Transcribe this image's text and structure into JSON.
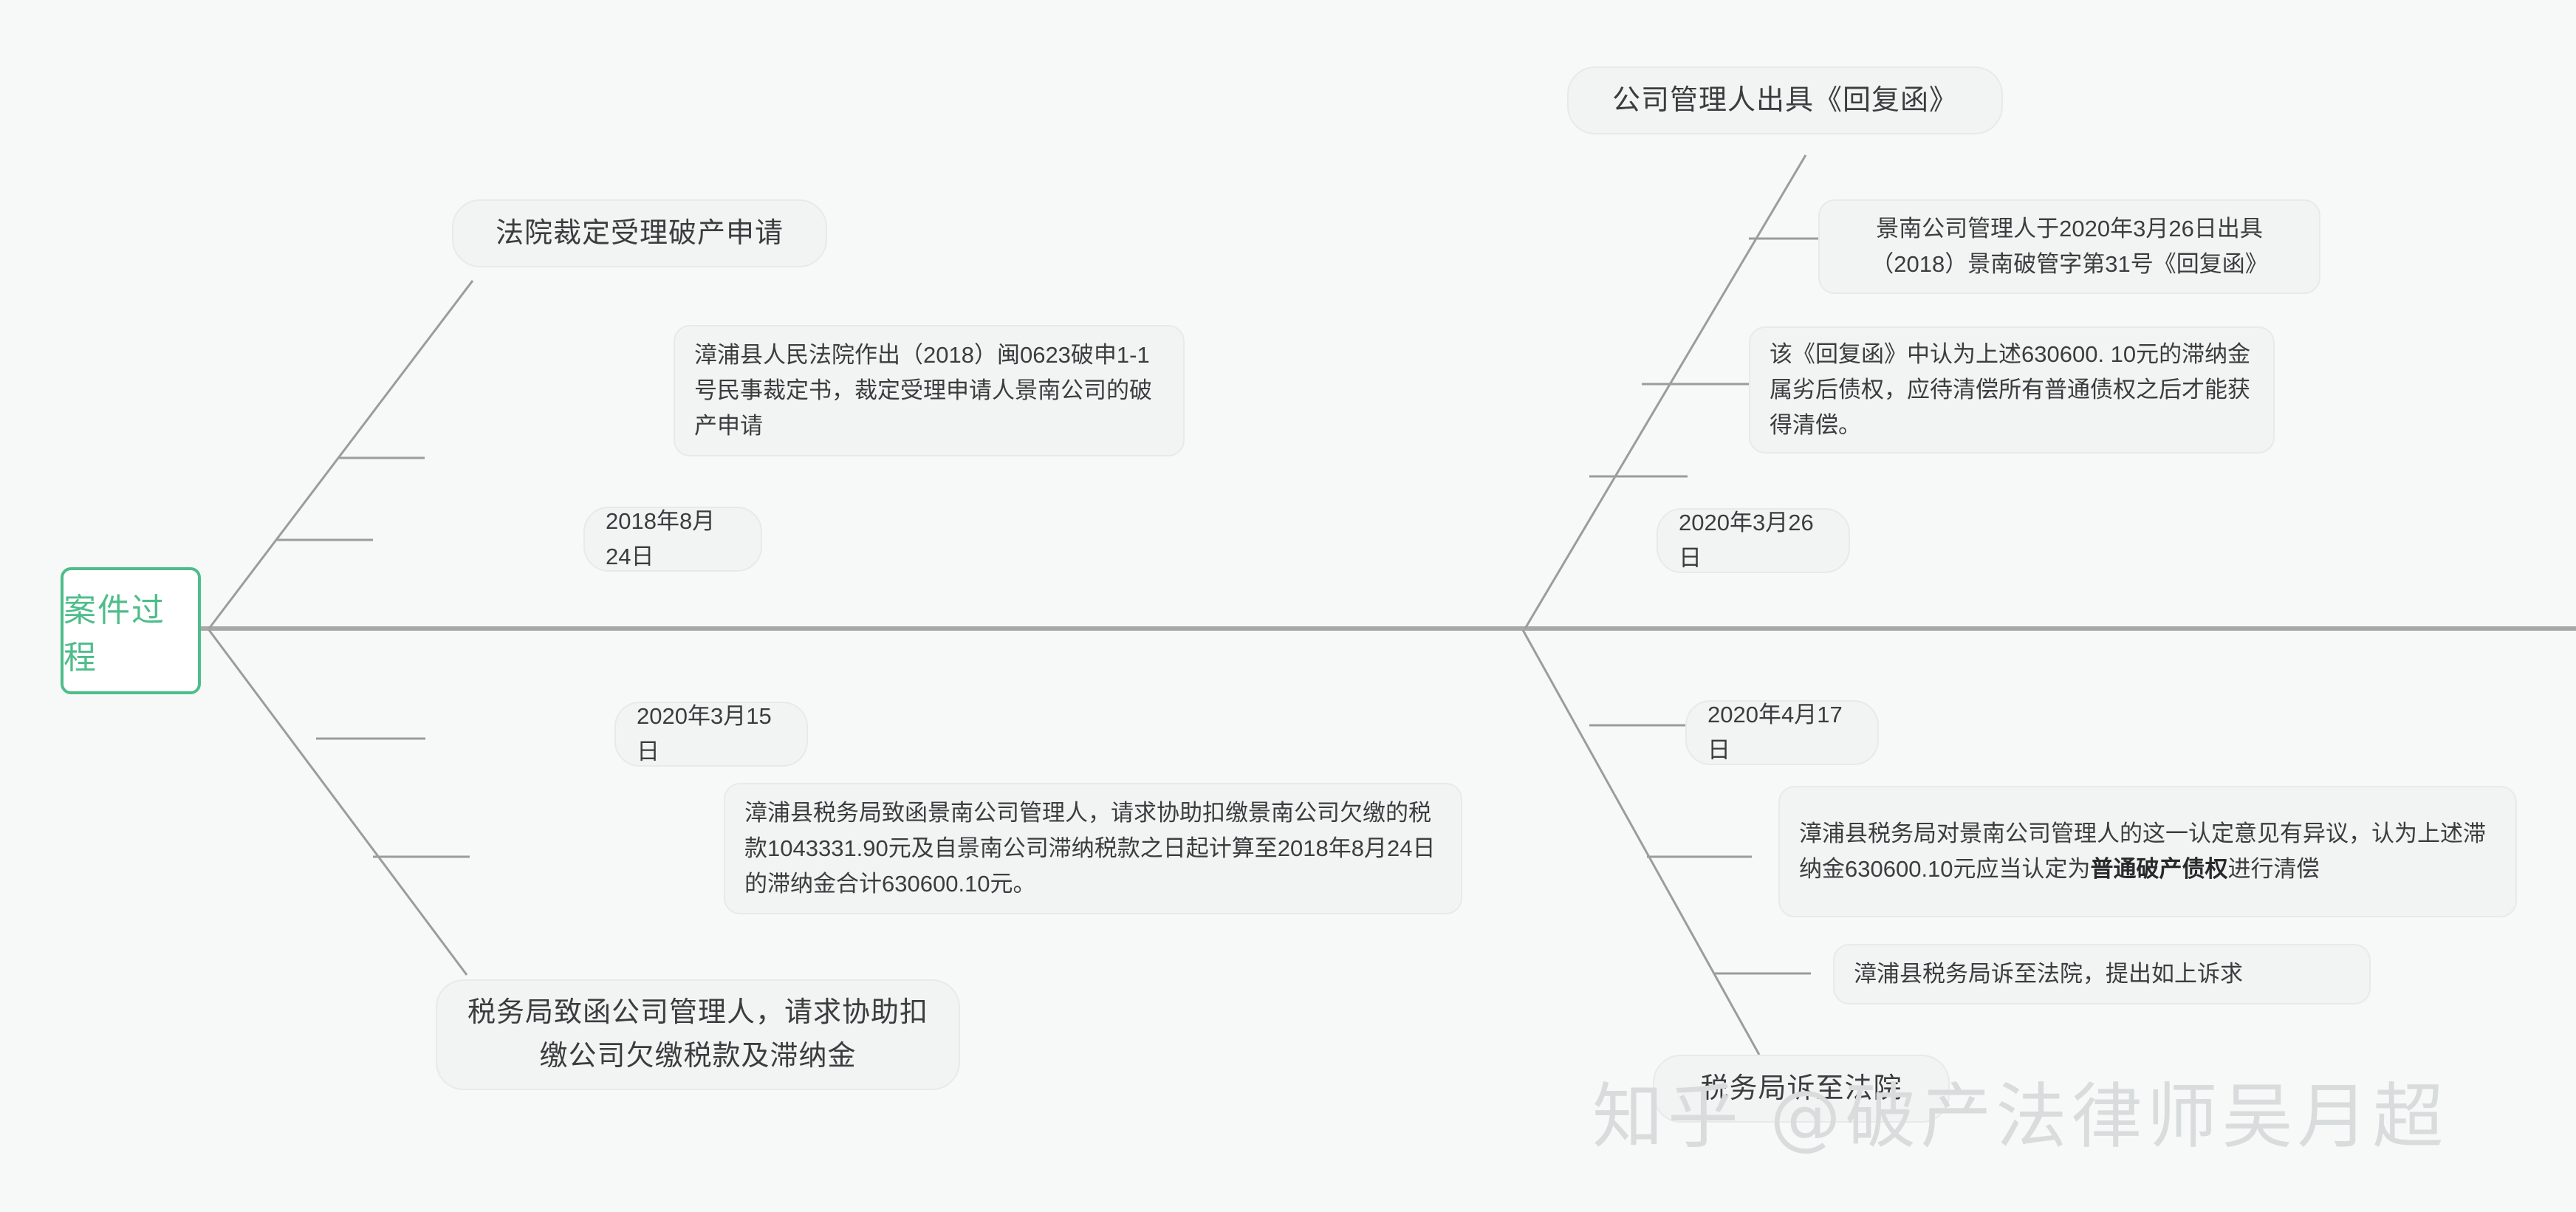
{
  "diagram": {
    "type": "fishbone",
    "root": {
      "label": "案件过程",
      "accent_color": "#4ebd8a"
    },
    "spine_color": "#a8a8a8",
    "background_color": "#f7f8f8",
    "branches": [
      {
        "id": "branch-court-accepts",
        "position": "top-left",
        "title": "法院裁定受理破产申请",
        "date": "2018年8月24日",
        "details": [
          "漳浦县人民法院作出（2018）闽0623破申1-1号民事裁定书，裁定受理申请人景南公司的破产申请"
        ]
      },
      {
        "id": "branch-reply-letter",
        "position": "top-right",
        "title": "公司管理人出具《回复函》",
        "date": "2020年3月26日",
        "details": [
          "景南公司管理人于2020年3月26日出具（2018）景南破管字第31号《回复函》",
          "该《回复函》中认为上述630600. 10元的滞纳金属劣后债权，应待清偿所有普通债权之后才能获得清偿。"
        ]
      },
      {
        "id": "branch-tax-letter",
        "position": "bottom-left",
        "title": "税务局致函公司管理人，请求协助扣缴公司欠缴税款及滞纳金",
        "date": "2020年3月15日",
        "details": [
          "漳浦县税务局致函景南公司管理人，请求协助扣缴景南公司欠缴的税款1043331.90元及自景南公司滞纳税款之日起计算至2018年8月24日的滞纳金合计630600.10元。"
        ]
      },
      {
        "id": "branch-tax-lawsuit",
        "position": "bottom-right",
        "title": "税务局诉至法院",
        "date": "2020年4月17日",
        "details": [
          {
            "segments": [
              {
                "text": "漳浦县税务局对景南公司管理人的这一认定意见有异议，认为上述滞纳金630600.10元应当认定为",
                "bold": false
              },
              {
                "text": "普通破产债权",
                "bold": true
              },
              {
                "text": "进行清偿",
                "bold": false
              }
            ]
          },
          "漳浦县税务局诉至法院，提出如上诉求"
        ]
      }
    ]
  },
  "watermark": {
    "text": "知乎 @破产法律师吴月超"
  }
}
